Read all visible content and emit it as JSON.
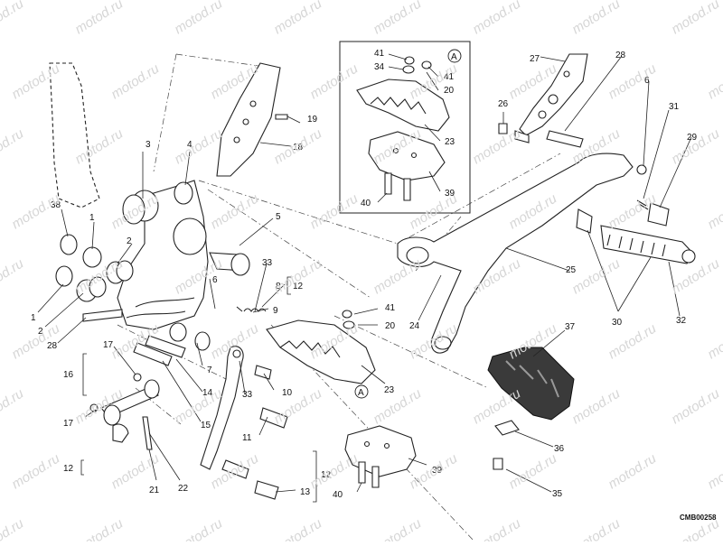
{
  "watermark": "motod.ru",
  "drawing_code": "CMB00258",
  "callouts": {
    "c1a": "1",
    "c1b": "1",
    "c2a": "2",
    "c2b": "2",
    "c3": "3",
    "c4": "4",
    "c5": "5",
    "c6a": "6",
    "c6b": "6",
    "c7": "7",
    "c8": "8",
    "c9": "9",
    "c10": "10",
    "c11": "11",
    "c12a": "12",
    "c12b": "12",
    "c12c": "12",
    "c13": "13",
    "c14": "14",
    "c15": "15",
    "c16": "16",
    "c17a": "17",
    "c17b": "17",
    "c18": "18",
    "c19": "19",
    "c20a": "20",
    "c20b": "20",
    "c21": "21",
    "c22": "22",
    "c23a": "23",
    "c23b": "23",
    "c24": "24",
    "c25": "25",
    "c26": "26",
    "c27": "27",
    "c28a": "28",
    "c28b": "28",
    "c29": "29",
    "c30": "30",
    "c31": "31",
    "c32": "32",
    "c33a": "33",
    "c33b": "33",
    "c34": "34",
    "c35": "35",
    "c36": "36",
    "c37": "37",
    "c38": "38",
    "c39a": "39",
    "c39b": "39",
    "c40a": "40",
    "c40b": "40",
    "c41a": "41",
    "c41b": "41",
    "c41c": "41"
  },
  "detail_marker": "A"
}
